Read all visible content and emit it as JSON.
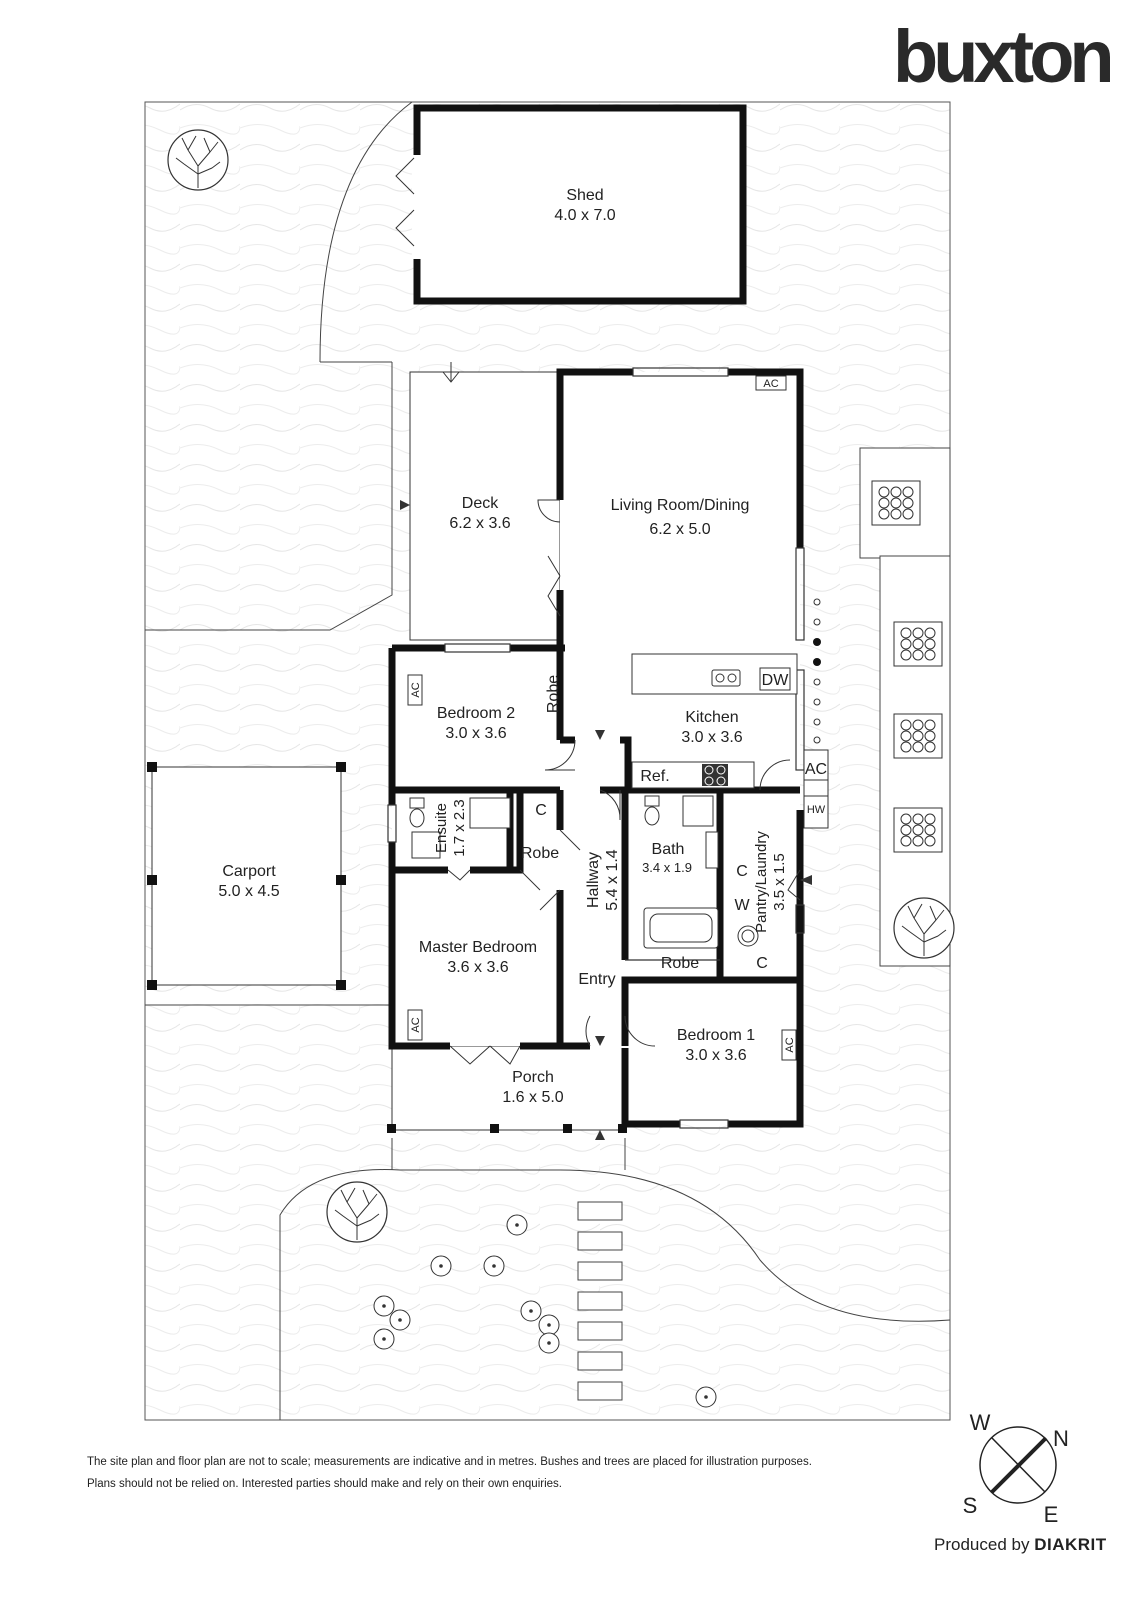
{
  "brand": {
    "logo": "buxton"
  },
  "rooms": {
    "shed": {
      "name": "Shed",
      "dims": "4.0 x 7.0"
    },
    "deck": {
      "name": "Deck",
      "dims": "6.2 x 3.6"
    },
    "living": {
      "name": "Living Room/Dining",
      "dims": "6.2 x 5.0"
    },
    "kitchen": {
      "name": "Kitchen",
      "dims": "3.0 x 3.6"
    },
    "bedroom2": {
      "name": "Bedroom 2",
      "dims": "3.0 x 3.6"
    },
    "ensuite": {
      "name": "Ensuite",
      "dims": "1.7 x 2.3"
    },
    "hallway": {
      "name": "Hallway",
      "dims": "5.4 x 1.4"
    },
    "bath": {
      "name": "Bath",
      "dims": "3.4 x 1.9"
    },
    "pantry": {
      "name": "Pantry/Laundry",
      "dims": "3.5 x 1.5"
    },
    "carport": {
      "name": "Carport",
      "dims": "5.0 x 4.5"
    },
    "master": {
      "name": "Master Bedroom",
      "dims": "3.6 x 3.6"
    },
    "entry": {
      "name": "Entry"
    },
    "bedroom1": {
      "name": "Bedroom 1",
      "dims": "3.0 x 3.6"
    },
    "porch": {
      "name": "Porch",
      "dims": "1.6 x 5.0"
    }
  },
  "fixtures": {
    "ac": "AC",
    "robe": "Robe",
    "cupboard": "C",
    "dishwasher": "DW",
    "fridge": "Ref.",
    "hot_water": "HW",
    "washer": "W"
  },
  "compass": {
    "w": "W",
    "n": "N",
    "s": "S",
    "e": "E"
  },
  "disclaimer": {
    "line1": "The site plan and floor plan are not to scale; measurements are indicative and in metres. Bushes and trees are placed for illustration purposes.",
    "line2": "Plans should not be relied on. Interested parties should make and rely on their own enquiries."
  },
  "credit": {
    "prefix": "Produced by",
    "name": "DIAKRIT"
  },
  "colors": {
    "wall": "#111111",
    "line": "#333333",
    "paper": "#ffffff"
  }
}
